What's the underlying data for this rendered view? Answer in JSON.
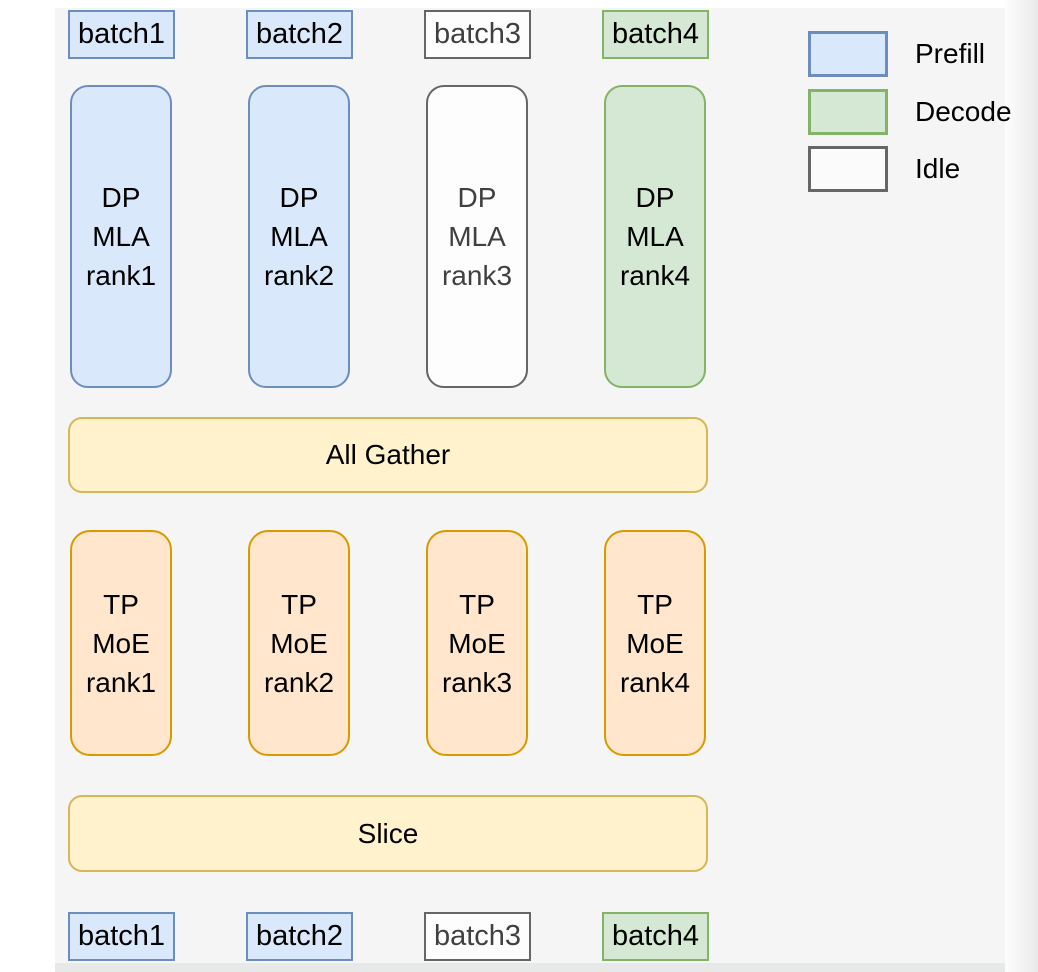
{
  "palette": {
    "prefill_fill": "#dae8fc",
    "prefill_stroke": "#6c8ebf",
    "decode_fill": "#d5e8d4",
    "decode_stroke": "#82b366",
    "idle_fill": "#fdfdfd",
    "idle_stroke": "#666666",
    "moe_fill": "#ffe6cc",
    "moe_stroke": "#d79b00",
    "comm_fill": "#fff2cc",
    "comm_stroke": "#d6b656",
    "canvas_bg": "#f5f5f6"
  },
  "legend": {
    "items": [
      {
        "label": "Prefill",
        "type": "prefill"
      },
      {
        "label": "Decode",
        "type": "decode"
      },
      {
        "label": "Idle",
        "type": "idle"
      }
    ]
  },
  "top_batches": [
    {
      "label": "batch1",
      "type": "prefill"
    },
    {
      "label": "batch2",
      "type": "prefill"
    },
    {
      "label": "batch3",
      "type": "idle"
    },
    {
      "label": "batch4",
      "type": "decode"
    }
  ],
  "dp_columns": [
    {
      "line1": "DP",
      "line2": "MLA",
      "line3": "rank1",
      "type": "prefill"
    },
    {
      "line1": "DP",
      "line2": "MLA",
      "line3": "rank2",
      "type": "prefill"
    },
    {
      "line1": "DP",
      "line2": "MLA",
      "line3": "rank3",
      "type": "idle"
    },
    {
      "line1": "DP",
      "line2": "MLA",
      "line3": "rank4",
      "type": "decode"
    }
  ],
  "comm_bars": {
    "all_gather": "All Gather",
    "slice": "Slice"
  },
  "tp_columns": [
    {
      "line1": "TP",
      "line2": "MoE",
      "line3": "rank1"
    },
    {
      "line1": "TP",
      "line2": "MoE",
      "line3": "rank2"
    },
    {
      "line1": "TP",
      "line2": "MoE",
      "line3": "rank3"
    },
    {
      "line1": "TP",
      "line2": "MoE",
      "line3": "rank4"
    }
  ],
  "bottom_batches": [
    {
      "label": "batch1",
      "type": "prefill"
    },
    {
      "label": "batch2",
      "type": "prefill"
    },
    {
      "label": "batch3",
      "type": "idle"
    },
    {
      "label": "batch4",
      "type": "decode"
    }
  ]
}
